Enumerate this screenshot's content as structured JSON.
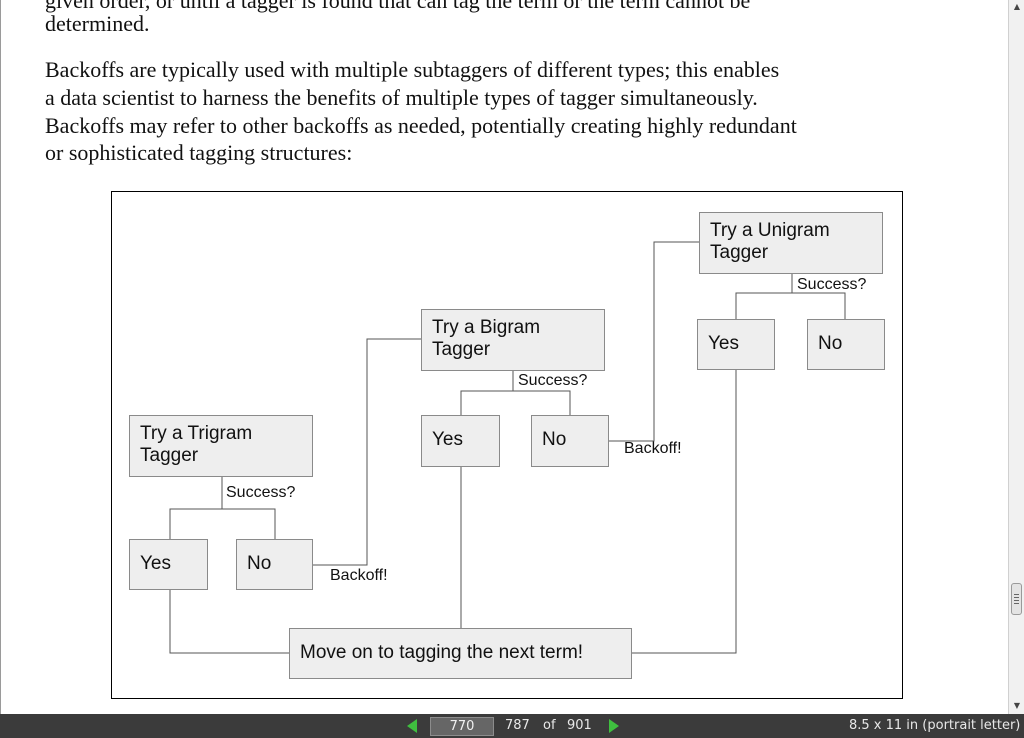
{
  "document": {
    "clipped_top_line": "given order, or until a tagger is found that can tag the term or the term cannot be",
    "determined_line": "determined.",
    "paragraph_lines": [
      "Backoffs are typically used with multiple subtaggers of different types; this enables",
      "a data scientist to harness the benefits of multiple types of tagger simultaneously.",
      "Backoffs may refer to other backoffs as needed, potentially creating highly redundant",
      "or sophisticated tagging structures:"
    ]
  },
  "diagram": {
    "trigram": {
      "line1": "Try a Trigram",
      "line2": "Tagger",
      "question": "Success?",
      "yes": "Yes",
      "no": "No",
      "backoff": "Backoff!"
    },
    "bigram": {
      "line1": "Try a Bigram",
      "line2": "Tagger",
      "question": "Success?",
      "yes": "Yes",
      "no": "No",
      "backoff": "Backoff!"
    },
    "unigram": {
      "line1": "Try a Unigram",
      "line2": "Tagger",
      "question": "Success?",
      "yes": "Yes",
      "no": "No"
    },
    "final": "Move on to tagging the next term!"
  },
  "viewer": {
    "current_page_label": "770",
    "current_page_number": "787",
    "of_label": "of",
    "total_pages": "901",
    "page_size": "8.5 x 11 in (portrait letter)",
    "accent_color": "#3fbf3f"
  }
}
